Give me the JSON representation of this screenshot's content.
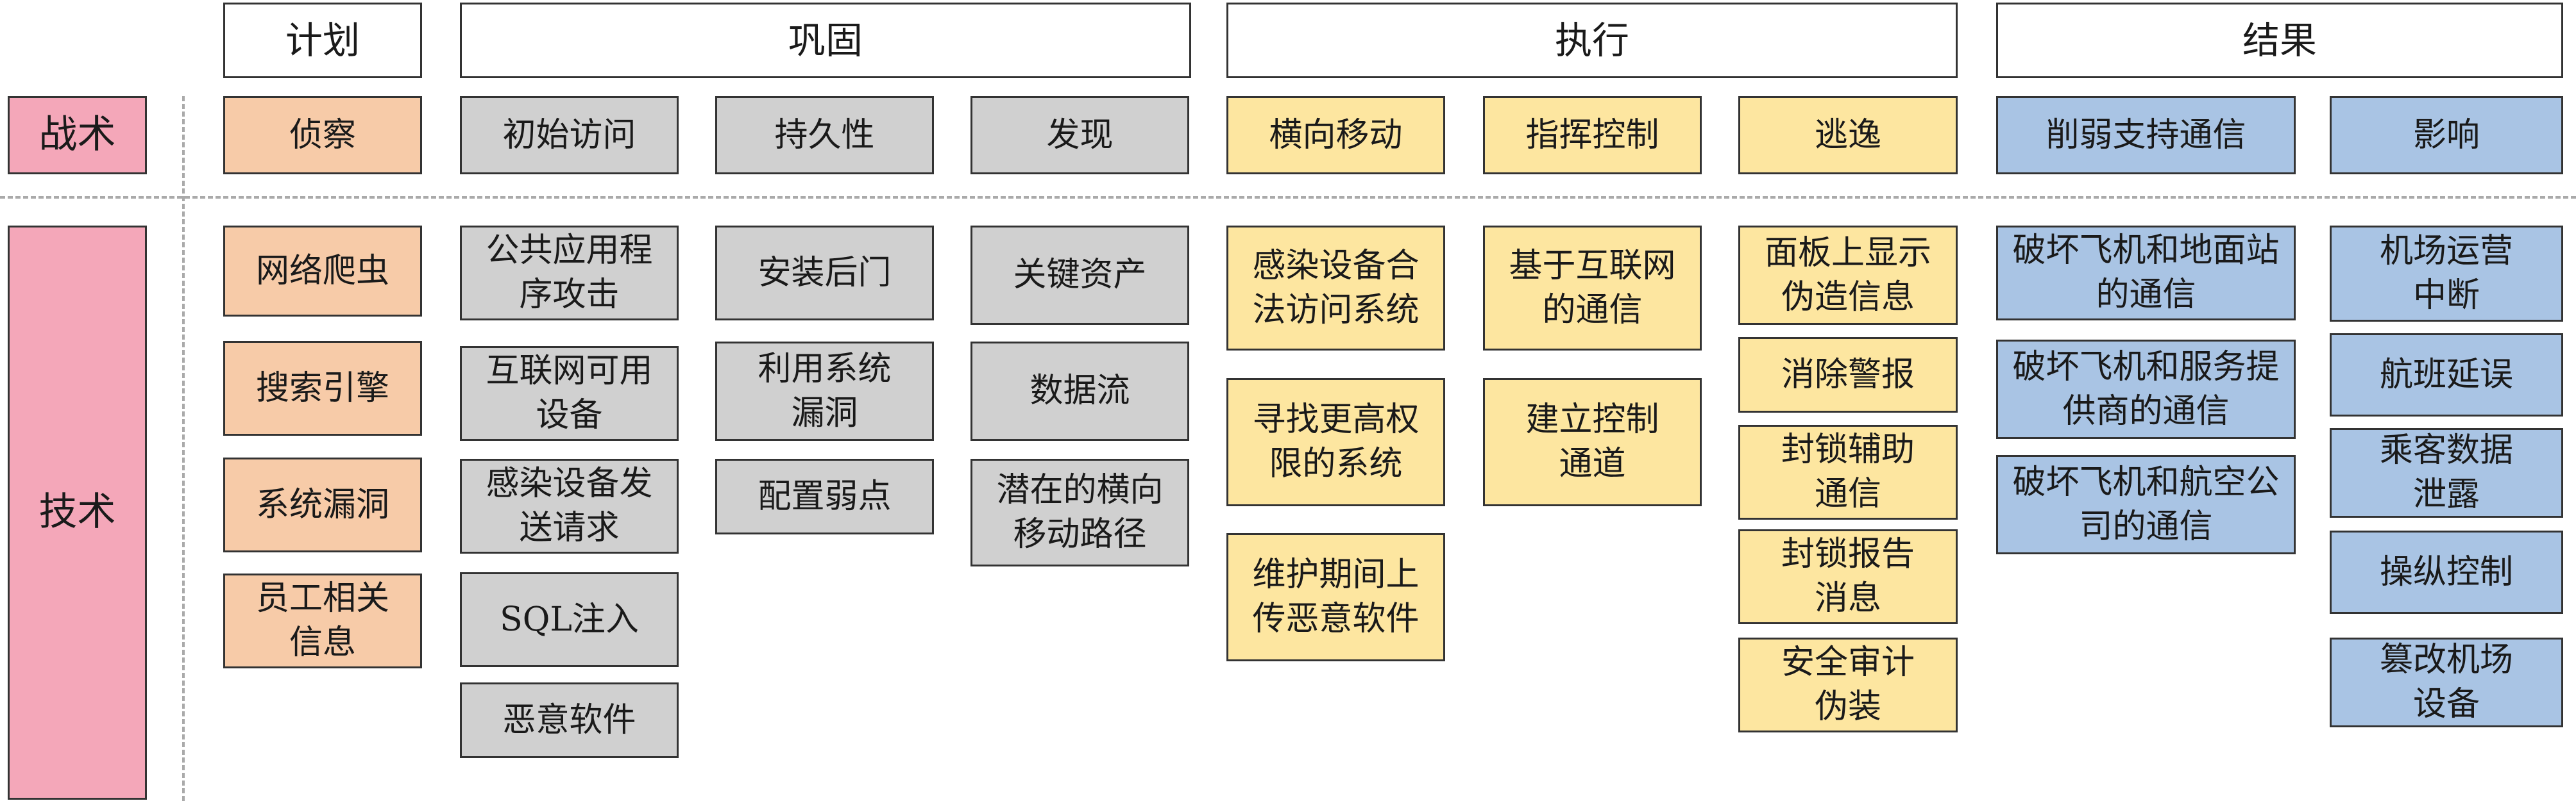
{
  "phases": {
    "plan": "计划",
    "consolidate": "巩固",
    "execute": "执行",
    "result": "结果"
  },
  "rows": {
    "tactics": "战术",
    "techniques": "技术"
  },
  "tactics": [
    "侦察",
    "初始访问",
    "持久性",
    "发现",
    "横向移动",
    "指挥控制",
    "逃逸",
    "削弱支持通信",
    "影响"
  ],
  "techniques": {
    "recon": [
      "网络爬虫",
      "搜索引擎",
      "系统漏洞",
      "员工相关信息"
    ],
    "initial_access": [
      "公共应用程序攻击",
      "互联网可用设备",
      "感染设备发送请求",
      "SQL注入",
      "恶意软件"
    ],
    "persistence": [
      "安装后门",
      "利用系统漏洞",
      "配置弱点"
    ],
    "discovery": [
      "关键资产",
      "数据流",
      "潜在的横向移动路径"
    ],
    "lateral_movement": [
      "感染设备合法访问系统",
      "寻找更高权限的系统",
      "维护期间上传恶意软件"
    ],
    "command_control": [
      "基于互联网的通信",
      "建立控制通道"
    ],
    "evasion": [
      "面板上显示伪造信息",
      "消除警报",
      "封锁辅助通信",
      "封锁报告消息",
      "安全审计伪装"
    ],
    "impair_comms": [
      "破坏飞机和地面站的通信",
      "破坏飞机和服务提供商的通信",
      "破坏飞机和航空公司的通信"
    ],
    "impact": [
      "机场运营中断",
      "航班延误",
      "乘客数据泄露",
      "操纵控制",
      "篡改机场设备"
    ]
  },
  "colors": {
    "row_label": "#f4a7b9",
    "plan": "#f7cba8",
    "consolidate": "#d0d0d0",
    "execute": "#fde6a0",
    "result": "#a9c4e4"
  }
}
